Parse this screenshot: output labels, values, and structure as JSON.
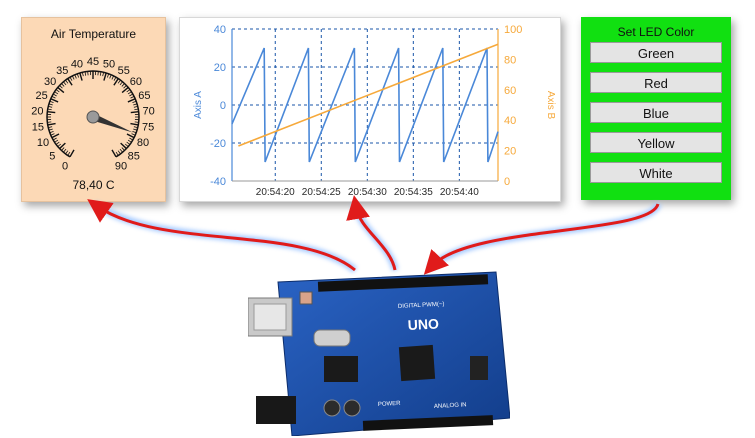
{
  "gauge": {
    "title": "Air Temperature",
    "value_text": "78,40 C",
    "value": 78.4,
    "min": 0,
    "max": 90,
    "tick_labels": [
      "0",
      "5",
      "10",
      "15",
      "20",
      "25",
      "30",
      "35",
      "40",
      "45",
      "50",
      "55",
      "60",
      "65",
      "70",
      "75",
      "80",
      "85",
      "90"
    ]
  },
  "chart": {
    "left_axis_label": "Axis A",
    "right_axis_label": "Axis B",
    "left_color": "#4a88d8",
    "right_color": "#f6a93b"
  },
  "chart_data": {
    "type": "line",
    "title": "",
    "xlabel": "",
    "ylabel": "Axis A",
    "y2label": "Axis B",
    "ylim": [
      -40,
      40
    ],
    "y2lim": [
      0,
      100
    ],
    "x_ticks": [
      "20:54:20",
      "20:54:25",
      "20:54:30",
      "20:54:35",
      "20:54:40"
    ],
    "y_ticks": [
      "40",
      "20",
      "0",
      "-20",
      "-40"
    ],
    "y2_ticks": [
      "100",
      "80",
      "60",
      "40",
      "20",
      "0"
    ],
    "x_range_s": [
      15.3,
      44.2
    ],
    "series": [
      {
        "axis": "A",
        "points": [
          [
            15.3,
            -10
          ],
          [
            18.8,
            30
          ],
          [
            18.9,
            -30
          ],
          [
            23.6,
            30
          ],
          [
            23.7,
            -30
          ],
          [
            28.6,
            30
          ],
          [
            28.7,
            -30
          ],
          [
            33.4,
            30
          ],
          [
            33.5,
            -30
          ],
          [
            38.2,
            30
          ],
          [
            38.3,
            -30
          ],
          [
            43.0,
            30
          ],
          [
            43.1,
            -30
          ],
          [
            44.2,
            -14
          ]
        ]
      },
      {
        "axis": "B",
        "points": [
          [
            16.0,
            23
          ],
          [
            44.2,
            90
          ]
        ]
      }
    ],
    "grid": true
  },
  "led": {
    "title": "Set LED Color",
    "buttons": [
      "Green",
      "Red",
      "Blue",
      "Yellow",
      "White"
    ],
    "panel_color": "#11e011"
  },
  "board": {
    "label": "UNO",
    "header_text": "DIGITAL PWM(~)",
    "power_text": "POWER",
    "analog_text": "ANALOG IN",
    "board_color": "#1c4fa8"
  },
  "arrow_color": "#e01b1b"
}
